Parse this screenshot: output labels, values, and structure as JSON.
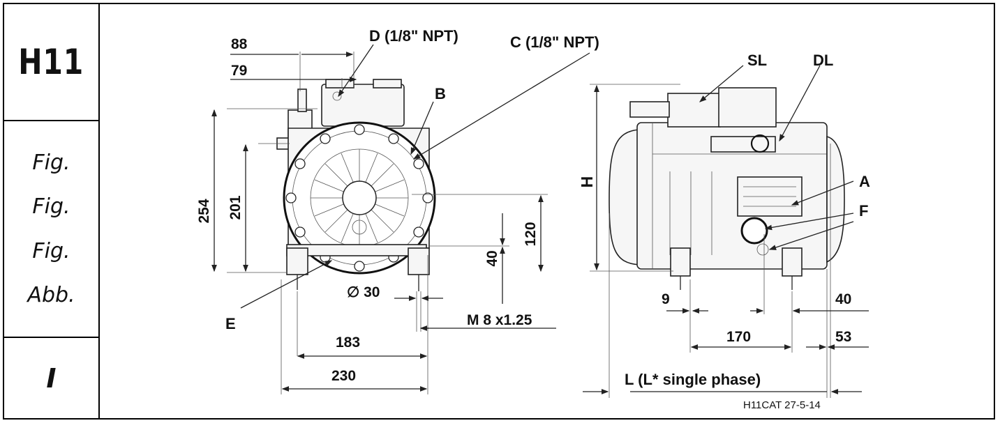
{
  "side": {
    "model": "H11",
    "fig_labels": [
      "Fig.",
      "Fig.",
      "Fig.",
      "Abb."
    ],
    "lang": "I"
  },
  "front_view": {
    "dim_88": "88",
    "dim_79": "79",
    "label_d": "D (1/8\" NPT)",
    "label_c": "C (1/8\" NPT)",
    "label_b": "B",
    "dim_254": "254",
    "dim_201": "201",
    "dim_120": "120",
    "dim_40": "40",
    "dim_dia30": "∅ 30",
    "label_e": "E",
    "dim_m8": "M 8 x1.25",
    "dim_183": "183",
    "dim_230": "230"
  },
  "side_view": {
    "label_sl": "SL",
    "label_dl": "DL",
    "label_h": "H",
    "label_a": "A",
    "label_f": "F",
    "dim_9": "9",
    "dim_40": "40",
    "dim_170": "170",
    "dim_53": "53",
    "dim_l": "L (L* single phase)",
    "drawing_ref": "H11CAT 27-5-14"
  }
}
